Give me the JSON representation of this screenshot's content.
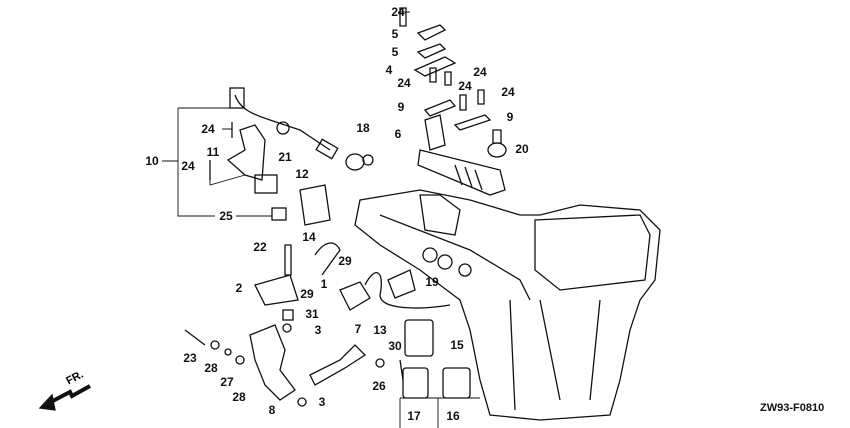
{
  "labels": [
    "24",
    "5",
    "5",
    "4",
    "24",
    "24",
    "24",
    "24",
    "9",
    "9",
    "6",
    "20",
    "18",
    "10",
    "24",
    "11",
    "24",
    "21",
    "12",
    "25",
    "14",
    "22",
    "29",
    "1",
    "2",
    "29",
    "19",
    "31",
    "3",
    "7",
    "13",
    "30",
    "15",
    "23",
    "28",
    "27",
    "28",
    "8",
    "3",
    "26",
    "17",
    "16"
  ],
  "diagram_code": "ZW93-F0810",
  "direction_label": "FR."
}
